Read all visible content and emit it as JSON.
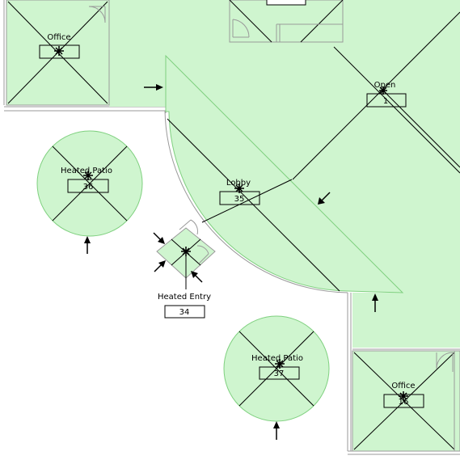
{
  "colors": {
    "room_fill": "#cff5cf",
    "room_outline": "#7fd07f",
    "wall": "#9a9a9a",
    "line": "#000000",
    "background": "#ffffff"
  },
  "rooms": [
    {
      "id": "office-top",
      "name": "Office",
      "number": ""
    },
    {
      "id": "open",
      "name": "Open",
      "number": "1"
    },
    {
      "id": "lobby",
      "name": "Lobby",
      "number": "35"
    },
    {
      "id": "heated-patio-left",
      "name": "Heated Patio",
      "number": "36"
    },
    {
      "id": "heated-entry",
      "name": "Heated Entry",
      "number": "34"
    },
    {
      "id": "heated-patio-bottom",
      "name": "Heated Patio",
      "number": "37"
    },
    {
      "id": "office-bottom",
      "name": "Office",
      "number": "16"
    }
  ],
  "markers": {
    "arrow_icon": "section-arrow-icon",
    "crosshair_icon": "room-tag-crosshair-icon",
    "door_icon": "door-swing-icon"
  }
}
